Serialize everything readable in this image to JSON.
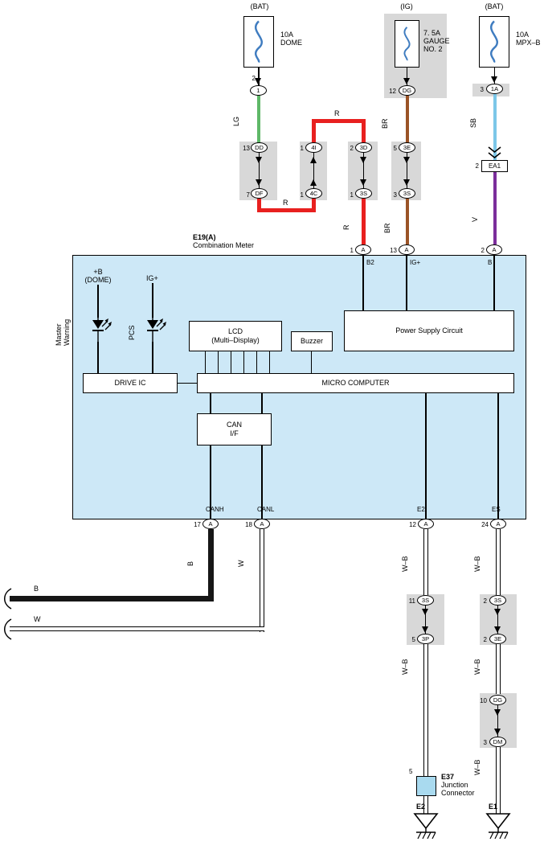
{
  "colors": {
    "wire-lg": "#5fb868",
    "wire-r": "#e8201f",
    "wire-br": "#9a5327",
    "wire-sb": "#7cc7e8",
    "wire-v": "#7b2e9b",
    "wire-b": "#161616",
    "fuse-curve": "#3f7cc0",
    "meter-fill": "#cde8f7",
    "gray-box": "#d8d8d8",
    "e37-fill": "#a9daef"
  },
  "fuses": {
    "dome": {
      "bus": "(BAT)",
      "rating": "10A",
      "name": "DOME",
      "pin": "2",
      "conn": "1"
    },
    "gauge": {
      "bus": "(IG)",
      "rating": "7. 5A",
      "name1": "GAUGE",
      "name2": "NO. 2",
      "pin": "12",
      "conn": "DG"
    },
    "mpx": {
      "bus": "(BAT)",
      "rating": "10A",
      "name": "MPX–B",
      "pin": "3",
      "conn": "1A"
    }
  },
  "wires": {
    "lg": "LG",
    "br": "BR",
    "sb": "SB",
    "v": "V",
    "r": "R",
    "b": "B",
    "w": "W",
    "wb": "W–B"
  },
  "ea1": {
    "pin": "2",
    "code": "EA1"
  },
  "conn_row": {
    "dd_df": {
      "pin_top": "13",
      "top": "DD",
      "pin_bot": "7",
      "bot": "DF"
    },
    "i4_c4": {
      "pin_top": "1",
      "top": "4I",
      "pin_bot": "1",
      "bot": "4C"
    },
    "d3_s3": {
      "pin_top": "2",
      "top": "3D",
      "pin_bot": "1",
      "bot": "3S"
    },
    "e3_s3": {
      "pin_top": "5",
      "top": "3E",
      "pin_bot": "3",
      "bot": "3S"
    }
  },
  "meter": {
    "code": "E19(A)",
    "name": "Combination Meter",
    "pin_b2": {
      "pin": "1",
      "conn": "A",
      "net": "B2"
    },
    "pin_ig": {
      "pin": "13",
      "conn": "A",
      "net": "IG+"
    },
    "pin_b": {
      "pin": "2",
      "conn": "A",
      "net": "B"
    },
    "pin_canh": {
      "pin": "17",
      "conn": "A",
      "net": "CANH"
    },
    "pin_canl": {
      "pin": "18",
      "conn": "A",
      "net": "CANL"
    },
    "pin_e2": {
      "pin": "12",
      "conn": "A",
      "net": "E2"
    },
    "pin_es": {
      "pin": "24",
      "conn": "A",
      "net": "ES"
    },
    "plus_b1": "+B",
    "plus_b2": "(DOME)",
    "ig": "IG+",
    "led1a": "Master",
    "led1b": "Warning",
    "led2": "PCS",
    "lcd1": "LCD",
    "lcd2": "(Multi–Display)",
    "buzzer": "Buzzer",
    "psc": "Power Supply Circuit",
    "drive_ic": "DRIVE IC",
    "micro": "MICRO COMPUTER",
    "can1": "CAN",
    "can2": "I/F"
  },
  "conn_bottom": {
    "s3_p3": {
      "pin_top": "11",
      "top": "3S",
      "pin_bot": "5",
      "bot": "3P"
    },
    "s3_e3": {
      "pin_top": "2",
      "top": "3S",
      "pin_bot": "2",
      "bot": "3E"
    },
    "dg_dm": {
      "pin_top": "10",
      "top": "DG",
      "pin_bot": "3",
      "bot": "DM"
    }
  },
  "e37": {
    "pin": "5",
    "code": "E37",
    "name1": "Junction",
    "name2": "Connector"
  },
  "grounds": {
    "left": "E2",
    "right": "E1"
  }
}
